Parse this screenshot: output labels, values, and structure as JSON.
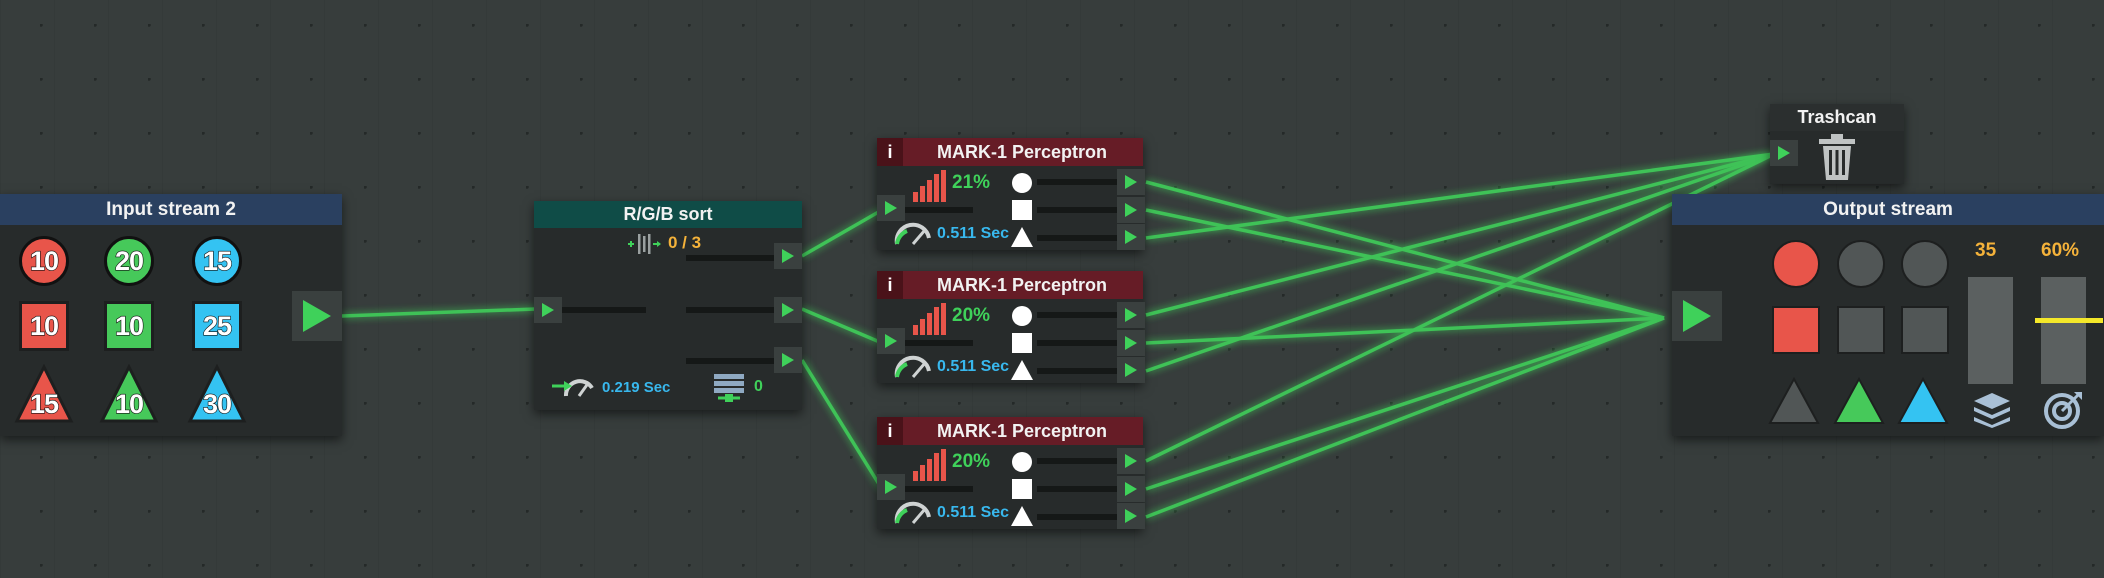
{
  "colors": {
    "red": "#e8554a",
    "green": "#46c95a",
    "blue": "#34c3f2",
    "wire": "#3fd15a",
    "yellow": "#f4b23a",
    "cyan": "#38b8ee"
  },
  "input_stream": {
    "title": "Input stream 2",
    "red_circle": "10",
    "green_circle": "20",
    "blue_circle": "15",
    "red_square": "10",
    "green_square": "10",
    "blue_square": "25",
    "red_triangle": "15",
    "green_triangle": "10",
    "blue_triangle": "30"
  },
  "sorter": {
    "title": "R/G/B sort",
    "count": "0 / 3",
    "time": "0.219 Sec",
    "queue": "0"
  },
  "perceptrons": [
    {
      "title": "MARK-1 Perceptron",
      "info": "i",
      "percent": "21%",
      "time": "0.511 Sec"
    },
    {
      "title": "MARK-1 Perceptron",
      "info": "i",
      "percent": "20%",
      "time": "0.511 Sec"
    },
    {
      "title": "MARK-1 Perceptron",
      "info": "i",
      "percent": "20%",
      "time": "0.511 Sec"
    }
  ],
  "trashcan": {
    "title": "Trashcan",
    "icon": "trash-icon"
  },
  "output_stream": {
    "title": "Output stream",
    "stack_value": "35",
    "accuracy_value": "60%",
    "accuracy_level": 0.6,
    "stack_level": 0
  }
}
